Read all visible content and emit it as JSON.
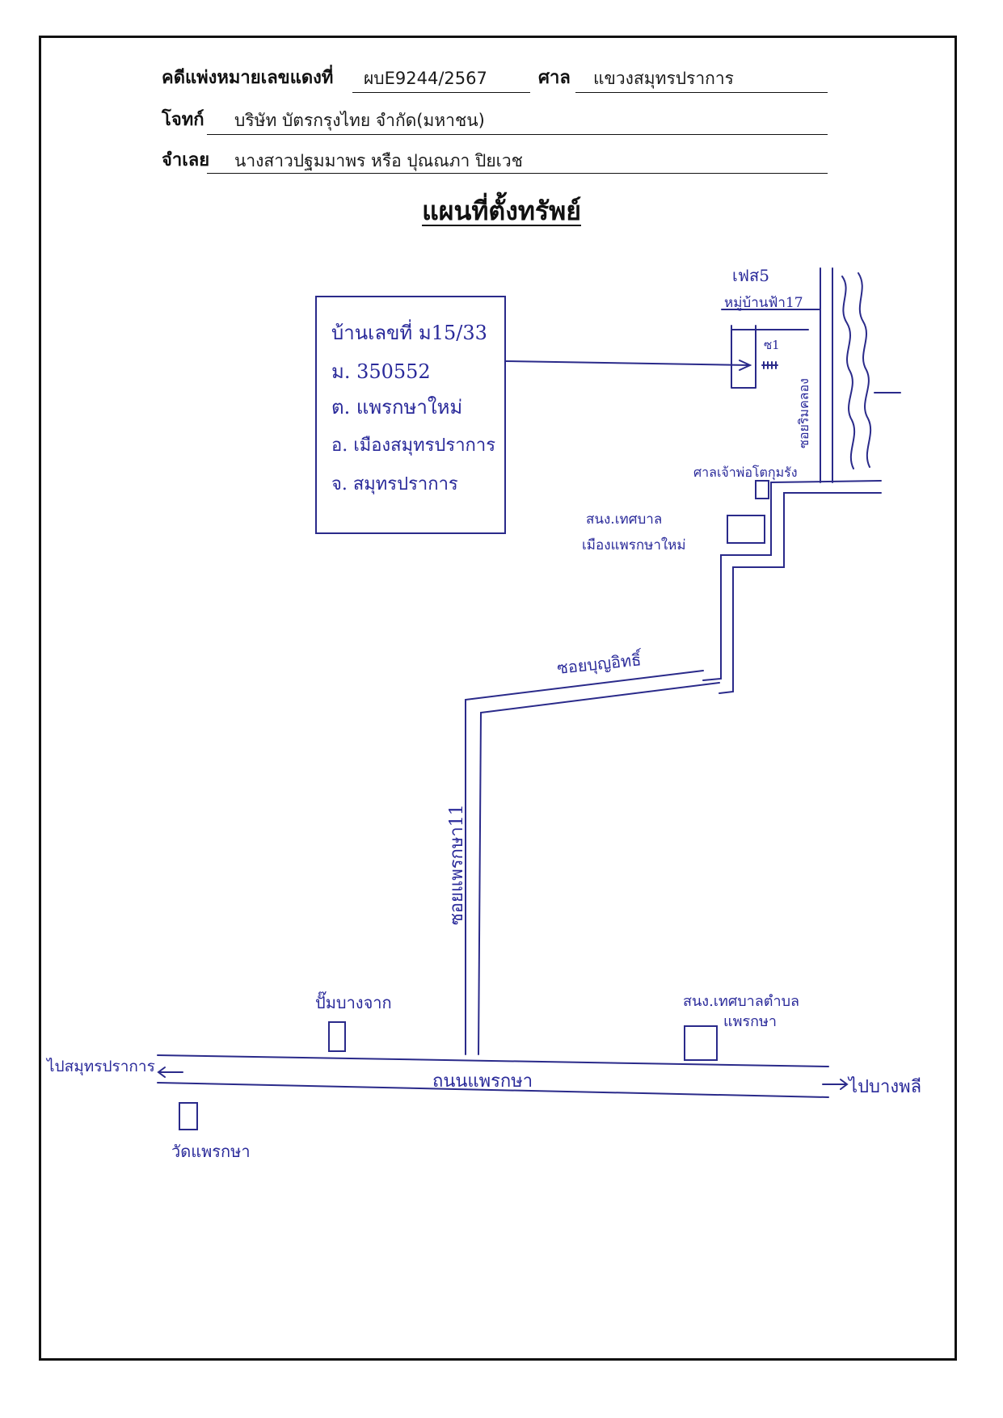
{
  "header": {
    "case_label": "คดีแพ่งหมายเลขแดงที่",
    "case_number": "ผบE9244/2567",
    "court_label": "ศาล",
    "court_name": "แขวงสมุทรปราการ",
    "plaintiff_label": "โจทก์",
    "plaintiff_name": "บริษัท บัตรกรุงไทย จำกัด(มหาชน)",
    "defendant_label": "จำเลย",
    "defendant_name": "นางสาวปฐมมาพร หรือ ปุณณภา ปิยเวช"
  },
  "title": "แผนที่ตั้งทรัพย์",
  "map": {
    "address_box": {
      "line1": "บ้านเลขที่ ม15/33",
      "line2": "ม. 350552",
      "line3": "ต. แพรกษาใหม่",
      "line4": "อ. เมืองสมุทรปราการ",
      "line5": "จ. สมุทรปราการ"
    },
    "labels": {
      "top_right_1": "เฟส5",
      "top_right_2": "หมู่บ้านฟ้า17",
      "small_road": "ซ1",
      "vertical_soi_right": "ซอยริมคลอง",
      "shrine": "ศาลเจ้าพ่อโตกุมรัง",
      "health_center_1a": "สนง.เทศบาล",
      "health_center_1b": "เมืองแพรกษาใหม่",
      "soi_diagonal": "ซอยบุญอิทธิ์",
      "soi_vertical_main": "ซอยแพรกษา11",
      "gas_station": "ปั๊มบางจาก",
      "municipal_office_a": "สนง.เทศบาลตำบล",
      "municipal_office_b": "แพรกษา",
      "main_road": "ถนนแพรกษา",
      "to_left": "ไปสมุทรปราการ",
      "to_right": "ไปบางพลี",
      "temple": "วัดแพรกษา"
    }
  }
}
